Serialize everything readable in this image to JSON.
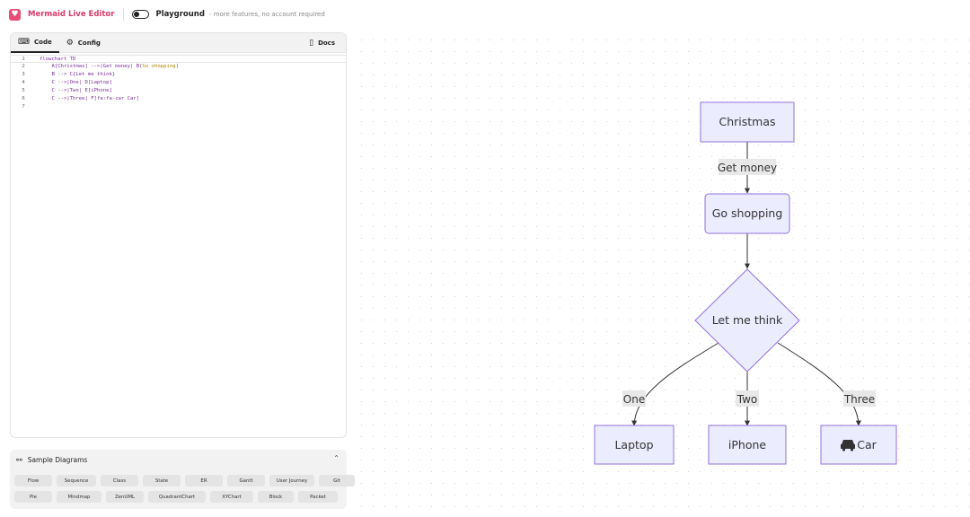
{
  "header": {
    "app_title": "Mermaid Live Editor",
    "playground": "Playground",
    "playground_sub": "- more features, no account required"
  },
  "editor": {
    "tabs": [
      {
        "label": "Code",
        "icon": "code-icon"
      },
      {
        "label": "Config",
        "icon": "gear-icon"
      }
    ],
    "docs_label": "Docs",
    "lines": [
      {
        "num": "1",
        "text": "flowchart TD"
      },
      {
        "num": "2",
        "text": "    A[Christmas] -->|Get money| B(",
        "hl": "Go shopping",
        "rest": ")"
      },
      {
        "num": "3",
        "text": "    B --> C{Let me think}"
      },
      {
        "num": "4",
        "text": "    C -->|One| D[Laptop]"
      },
      {
        "num": "5",
        "text": "    C -->|Two| E[iPhone]"
      },
      {
        "num": "6",
        "text": "    C -->|Three| F[fa:fa-car Car]"
      },
      {
        "num": "7",
        "text": ""
      }
    ]
  },
  "samples": {
    "title": "Sample Diagrams",
    "row1": [
      "Flow",
      "Sequence",
      "Class",
      "State",
      "ER",
      "Gantt",
      "User Journey",
      "Git"
    ],
    "row2": [
      "Pie",
      "Mindmap",
      "ZenUML",
      "QuadrantChart",
      "XYChart",
      "Block",
      "Packet"
    ]
  },
  "diagram": {
    "nodes": {
      "christmas": "Christmas",
      "shopping": "Go shopping",
      "think": "Let me think",
      "laptop": "Laptop",
      "iphone": "iPhone",
      "car": "Car"
    },
    "edges": {
      "get_money": "Get money",
      "one": "One",
      "two": "Two",
      "three": "Three"
    },
    "colors": {
      "node_fill": "#ececff",
      "node_stroke": "#9370db",
      "accent": "#e64d7a"
    }
  }
}
